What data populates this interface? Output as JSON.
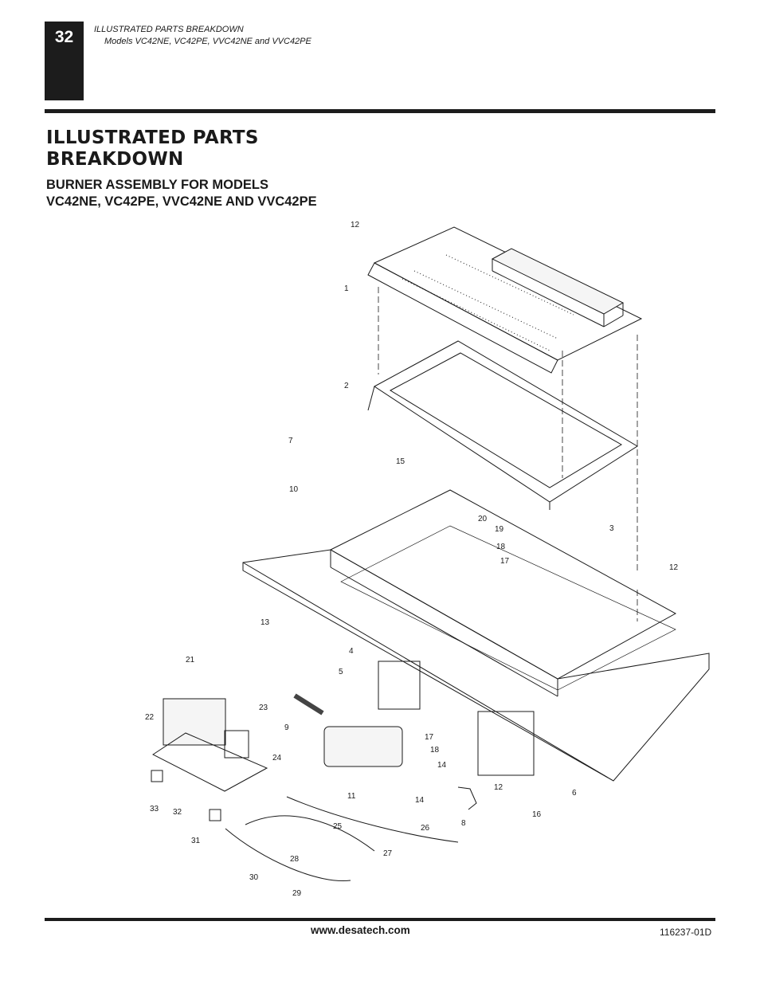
{
  "page": {
    "number": "32",
    "running_head_title": "ILLUSTRATED PARTS BREAKDOWN",
    "running_head_models": "Models VC42NE, VC42PE, VVC42NE  and VVC42PE",
    "title_line1": "ILLUSTRATED PARTS",
    "title_line2": "BREAKDOWN",
    "subtitle_line1": "BURNER ASSEMBLY FOR MODELS",
    "subtitle_line2": "VC42NE, VC42PE, VVC42NE  AND VVC42PE",
    "website": "www.desatech.com",
    "doc_number": "116237-01D"
  },
  "diagram": {
    "callouts": [
      "12",
      "1",
      "2",
      "7",
      "15",
      "10",
      "20",
      "19",
      "18",
      "17",
      "3",
      "12",
      "13",
      "4",
      "5",
      "21",
      "23",
      "22",
      "9",
      "17",
      "18",
      "24",
      "14",
      "11",
      "14",
      "12",
      "6",
      "33",
      "32",
      "8",
      "16",
      "31",
      "25",
      "26",
      "28",
      "27",
      "30",
      "29"
    ]
  }
}
